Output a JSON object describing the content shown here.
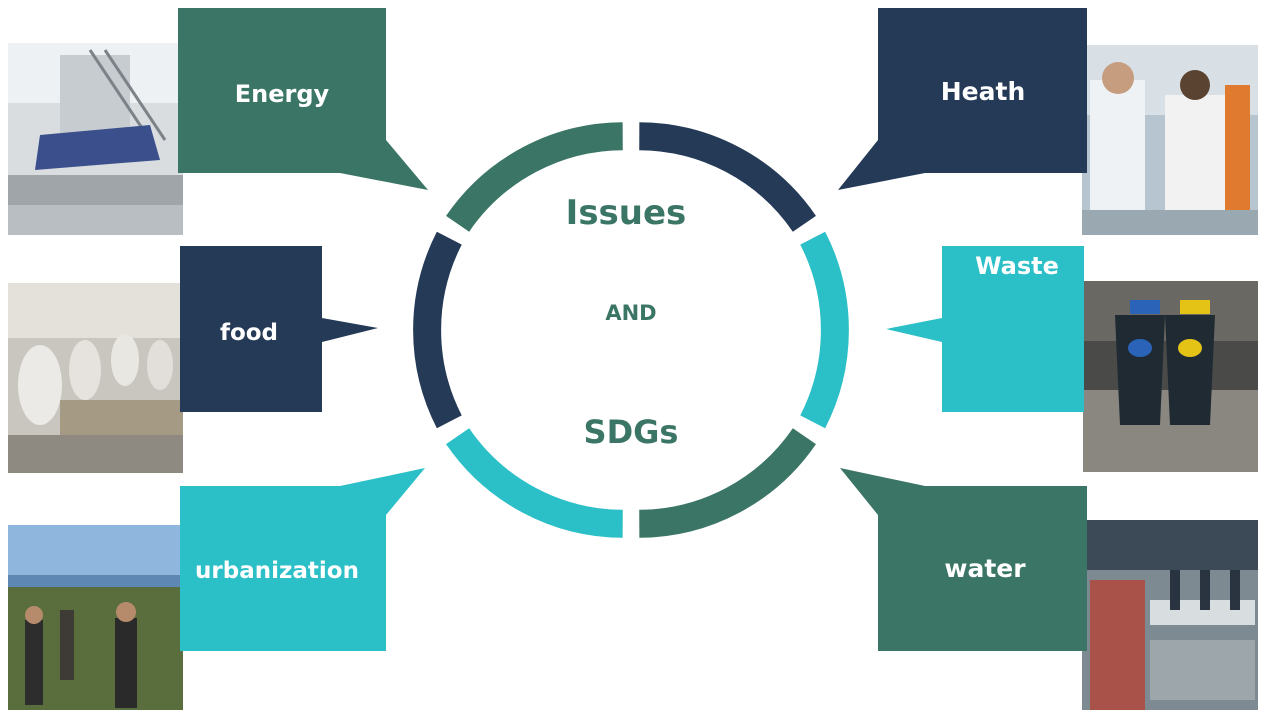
{
  "center": {
    "title_top": "Issues",
    "title_mid": "AND",
    "title_bottom": "SDGs"
  },
  "callouts": [
    {
      "id": "energy",
      "label": "Energy",
      "color": "#3a7565"
    },
    {
      "id": "food",
      "label": "food",
      "color": "#243a57"
    },
    {
      "id": "urbanization",
      "label": "urbanization",
      "color": "#2bbfc7"
    },
    {
      "id": "health",
      "label": "Heath",
      "color": "#243a57"
    },
    {
      "id": "waste",
      "label": "Waste",
      "color": "#2bbfc7"
    },
    {
      "id": "water",
      "label": "water",
      "color": "#3a7565"
    }
  ],
  "colors": {
    "dark_navy": "#243a57",
    "teal_green": "#3a7565",
    "cyan": "#2bbfc7",
    "center_text": "#3a7565"
  }
}
